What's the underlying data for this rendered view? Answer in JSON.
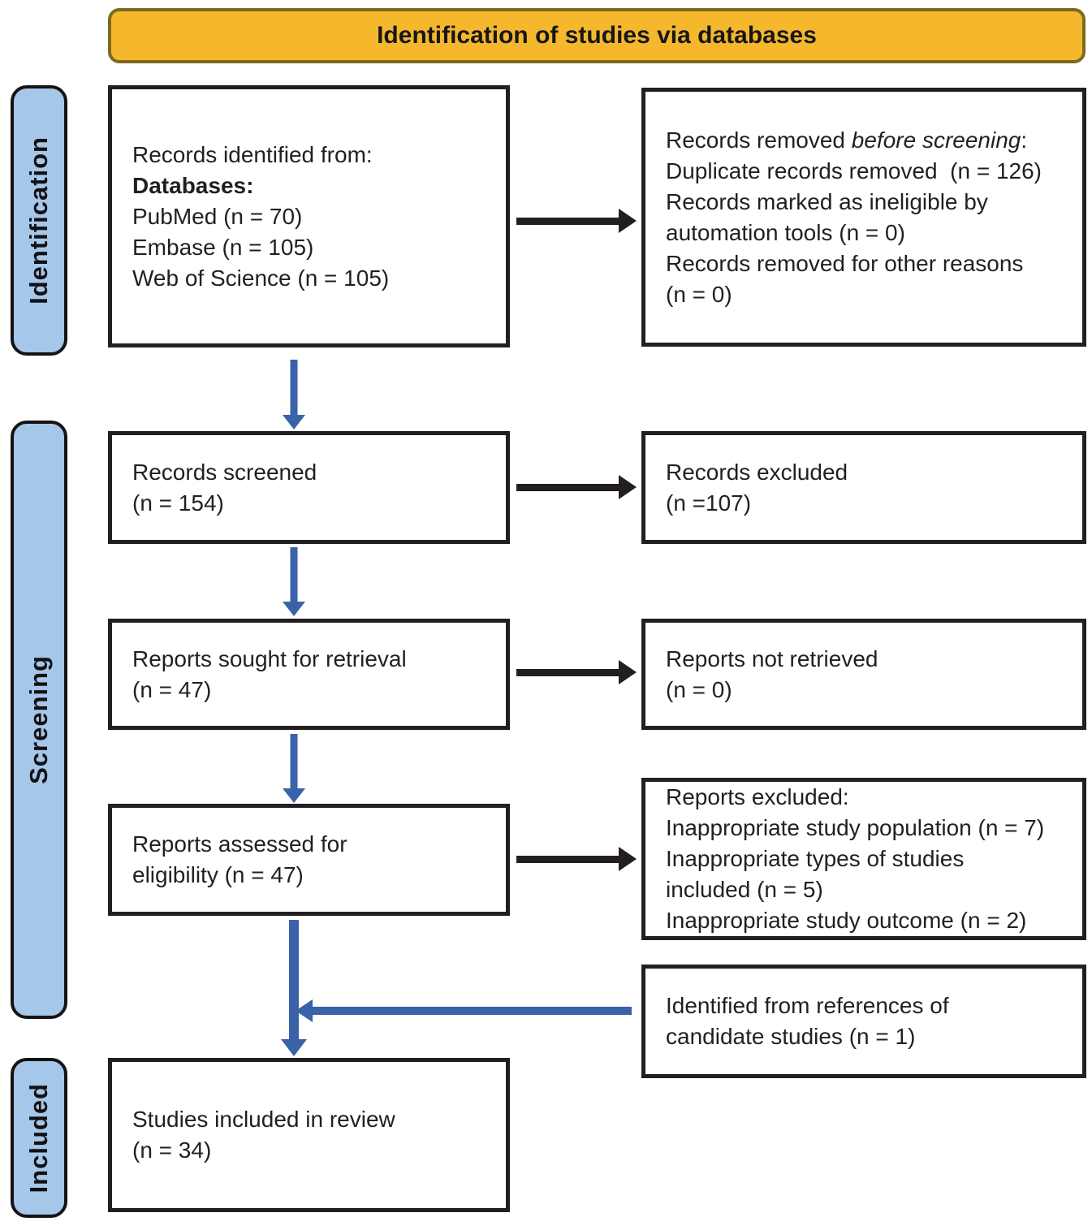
{
  "header": {
    "title": "Identification of studies via databases"
  },
  "stages": [
    {
      "label": "Identification"
    },
    {
      "label": "Screening"
    },
    {
      "label": "Included"
    }
  ],
  "flow": {
    "records_identified": {
      "l1": "Records identified from:",
      "l2": "Databases:",
      "l3": "PubMed (n = 70)",
      "l4": "Embase (n = 105)",
      "l5": "Web of Science (n = 105)"
    },
    "records_removed": {
      "l1_prefix": "Records removed ",
      "l1_italic": "before screening",
      "l1_suffix": ":",
      "l2": "Duplicate records removed  (n = 126)",
      "l3": "Records marked as ineligible by",
      "l4": "automation tools (n = 0)",
      "l5": "Records removed for other reasons",
      "l6": "(n = 0)"
    },
    "records_screened": {
      "l1": "Records screened",
      "l2": "(n = 154)"
    },
    "records_excluded": {
      "l1": "Records excluded",
      "l2": "(n =107)"
    },
    "reports_sought": {
      "l1": "Reports sought for retrieval",
      "l2": "(n = 47)"
    },
    "reports_not_retrieved": {
      "l1": "Reports not retrieved",
      "l2": "(n = 0)"
    },
    "reports_assessed": {
      "l1": "Reports assessed for",
      "l2": "eligibility (n = 47)"
    },
    "reports_excluded": {
      "l1": "Reports excluded:",
      "l2": "Inappropriate study population (n = 7)",
      "l3": "Inappropriate types of studies",
      "l4": "included (n = 5)",
      "l5": "Inappropriate study outcome (n = 2)"
    },
    "identified_references": {
      "l1": "Identified from references of",
      "l2": "candidate studies (n = 1)"
    },
    "studies_included": {
      "l1": "Studies included in review",
      "l2": "(n = 34)"
    }
  },
  "colors": {
    "header_orange": "#f5b82d",
    "header_border": "#7e6a1e",
    "stage_blue": "#a5c7e9",
    "arrow_blue": "#3a62a8",
    "arrow_black": "#231f20",
    "ink": "#231f20"
  }
}
